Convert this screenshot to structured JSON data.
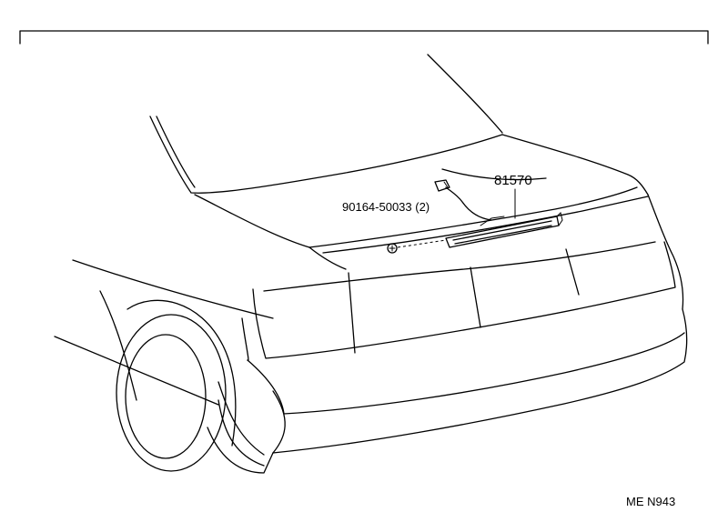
{
  "labels": {
    "part_brake_lamp": "81570",
    "part_screw": "90164-50033 (2)",
    "drawing_code": "ME N943"
  }
}
